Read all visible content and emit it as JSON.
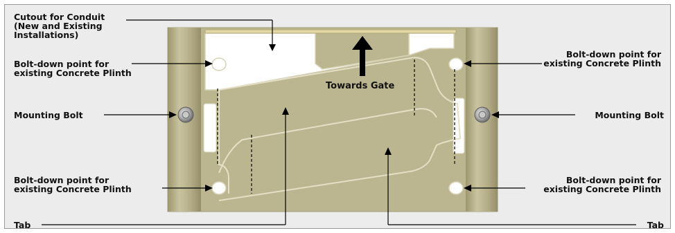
{
  "labels": {
    "cutout": [
      "Cutout for Conduit",
      "(New and Existing",
      "Installations)"
    ],
    "bolt_top_left": [
      "Bolt-down point for",
      "existing Concrete Plinth"
    ],
    "bolt_top_right": [
      "Bolt-down point for",
      "existing Concrete Plinth"
    ],
    "mount_left": "Mounting Bolt",
    "mount_right": "Mounting Bolt",
    "bolt_bottom_left": [
      "Bolt-down point for",
      "existing Concrete Plinth"
    ],
    "bolt_bottom_right": [
      "Bolt-down point for",
      "existing Concrete Plinth"
    ],
    "tab_left": "Tab",
    "tab_right": "Tab",
    "towards_gate": "Towards Gate"
  },
  "colors": {
    "plate": "#bcb690",
    "plate_edge": "#d6d1b4",
    "rail": "#a8a07a",
    "background": "#ececec"
  }
}
